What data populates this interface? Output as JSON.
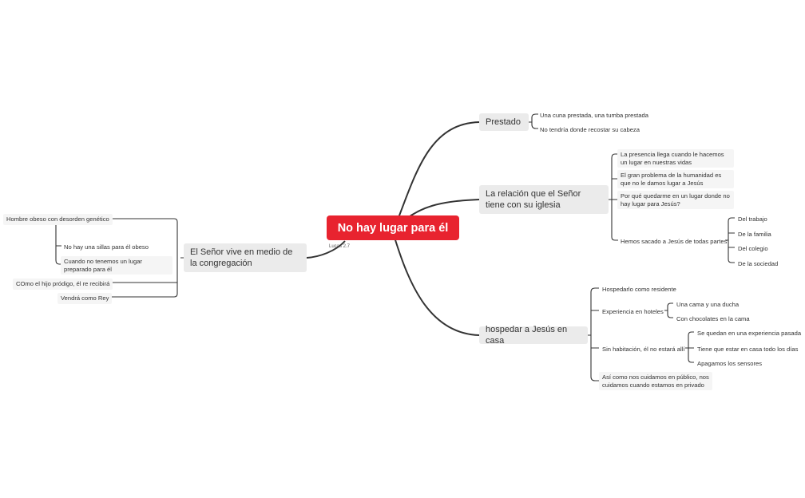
{
  "root": {
    "label": "No hay lugar para él",
    "note": "Lucas 2.7"
  },
  "branches": {
    "prestado": {
      "label": "Prestado",
      "items": [
        "Una cuna prestada, una tumba prestada",
        "No tendría donde recostar su cabeza"
      ]
    },
    "relacion": {
      "label": "La relación que el Señor tiene con su iglesia",
      "items": [
        "La presencia llega cuando le hacemos un lugar en nuestras vidas",
        "El gran problema de la humanidad es que no le damos lugar a Jesús",
        "Por qué quedarme en un lugar donde no hay lugar para Jesús?",
        "Hemos sacado a Jesús de todas partes"
      ],
      "sub_items": [
        "Del trabajo",
        "De la familia",
        "Del colegio",
        "De la sociedad"
      ]
    },
    "hospedar": {
      "label": "hospedar a Jesús en casa",
      "items": [
        "Hospedarlo como residente",
        "Experiencia en hoteles",
        "Sin habitación, él no estará allí",
        "Así como nos cuidamos en público, nos cuidamos cuando estamos en privado"
      ],
      "hoteles": [
        "Una cama y una ducha",
        "Con chocolates en la cama"
      ],
      "habitacion": [
        "Se quedan en una experiencia pasada",
        "Tiene que estar en casa todo los días",
        "Apagamos los sensores"
      ]
    },
    "senor": {
      "label": "El Señor vive en medio de la congregación",
      "items": [
        "Hombre obeso con desorden genético",
        "COmo el hijo pródigo, él re recibirá",
        "Vendrá como Rey"
      ],
      "obeso": [
        "No hay una sillas para él obeso",
        "Cuando no tenemos un lugar preparado para él"
      ]
    }
  }
}
